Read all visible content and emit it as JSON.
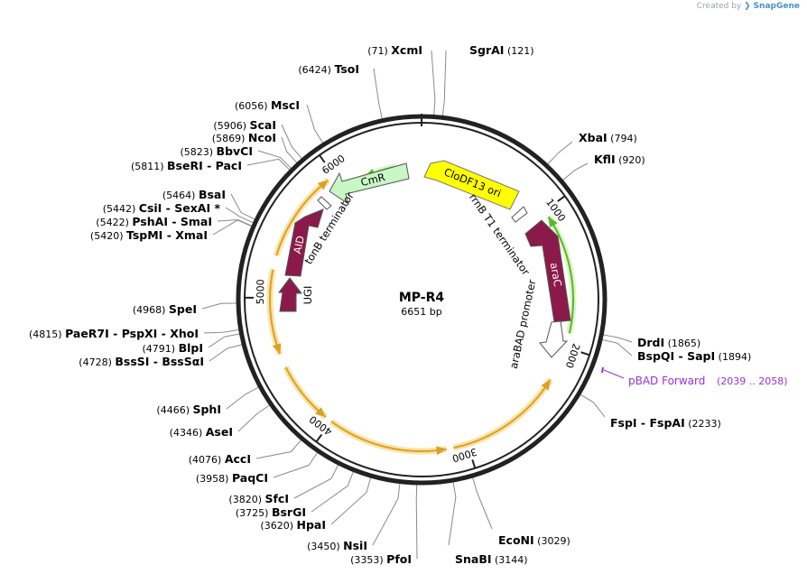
{
  "credit": {
    "prefix": "Created by",
    "brand": "SnapGene"
  },
  "plasmid": {
    "name": "MP-R4",
    "length_text": "6651 bp",
    "length": 6651
  },
  "ticks": [
    {
      "label": "1000",
      "bp": 1000
    },
    {
      "label": "2000",
      "bp": 2000
    },
    {
      "label": "3000",
      "bp": 3000
    },
    {
      "label": "4000",
      "bp": 4000
    },
    {
      "label": "5000",
      "bp": 5000
    },
    {
      "label": "6000",
      "bp": 6000
    }
  ],
  "sites": [
    {
      "pos": "(71)",
      "names": [
        "XcmI"
      ],
      "bp": 71
    },
    {
      "pos": "(121)",
      "names": [
        "SgrAI"
      ],
      "bp": 121
    },
    {
      "pos": "(6424)",
      "names": [
        "TsoI"
      ],
      "bp": 6424
    },
    {
      "pos": "(6056)",
      "names": [
        "MscI"
      ],
      "bp": 6056
    },
    {
      "pos": "(5906)",
      "names": [
        "ScaI"
      ],
      "bp": 5906
    },
    {
      "pos": "(5869)",
      "names": [
        "NcoI"
      ],
      "bp": 5869
    },
    {
      "pos": "(5823)",
      "names": [
        "BbvCI"
      ],
      "bp": 5823
    },
    {
      "pos": "(5811)",
      "names": [
        "BseRI",
        "PacI"
      ],
      "bp": 5811
    },
    {
      "pos": "(5464)",
      "names": [
        "BsaI"
      ],
      "bp": 5464
    },
    {
      "pos": "(5442)",
      "names": [
        "CsiI",
        "SexAI *"
      ],
      "bp": 5442
    },
    {
      "pos": "(5422)",
      "names": [
        "PshAI",
        "SmaI"
      ],
      "bp": 5422
    },
    {
      "pos": "(5420)",
      "names": [
        "TspMI",
        "XmaI"
      ],
      "bp": 5420
    },
    {
      "pos": "(4968)",
      "names": [
        "SpeI"
      ],
      "bp": 4968
    },
    {
      "pos": "(4815)",
      "names": [
        "PaeR7I",
        "PspXI",
        "XhoI"
      ],
      "bp": 4815
    },
    {
      "pos": "(4791)",
      "names": [
        "BlpI"
      ],
      "bp": 4791
    },
    {
      "pos": "(4728)",
      "names": [
        "BssSI",
        "BssSαI"
      ],
      "bp": 4728
    },
    {
      "pos": "(4466)",
      "names": [
        "SphI"
      ],
      "bp": 4466
    },
    {
      "pos": "(4346)",
      "names": [
        "AseI"
      ],
      "bp": 4346
    },
    {
      "pos": "(4076)",
      "names": [
        "AccI"
      ],
      "bp": 4076
    },
    {
      "pos": "(3958)",
      "names": [
        "PaqCI"
      ],
      "bp": 3958
    },
    {
      "pos": "(3820)",
      "names": [
        "SfcI"
      ],
      "bp": 3820
    },
    {
      "pos": "(3725)",
      "names": [
        "BsrGI"
      ],
      "bp": 3725
    },
    {
      "pos": "(3620)",
      "names": [
        "HpaI"
      ],
      "bp": 3620
    },
    {
      "pos": "(3450)",
      "names": [
        "NsiI"
      ],
      "bp": 3450
    },
    {
      "pos": "(3353)",
      "names": [
        "PfoI"
      ],
      "bp": 3353
    },
    {
      "pos": "(3144)",
      "names": [
        "SnaBI"
      ],
      "bp": 3144
    },
    {
      "pos": "(3029)",
      "names": [
        "EcoNI"
      ],
      "bp": 3029
    },
    {
      "pos": "(794)",
      "names": [
        "XbaI"
      ],
      "bp": 794
    },
    {
      "pos": "(920)",
      "names": [
        "KflI"
      ],
      "bp": 920
    },
    {
      "pos": "(1865)",
      "names": [
        "DrdI"
      ],
      "bp": 1865
    },
    {
      "pos": "(1894)",
      "names": [
        "BspQI",
        "SapI"
      ],
      "bp": 1894
    },
    {
      "pos": "(2233)",
      "names": [
        "FspI",
        "FspAI"
      ],
      "bp": 2233
    }
  ],
  "primer": {
    "name": "pBAD Forward",
    "range": "(2039 .. 2058)",
    "start": 2039,
    "end": 2058
  },
  "features": [
    {
      "name": "CloDF13 ori",
      "color": "#ffff00"
    },
    {
      "name": "CmR",
      "color": "#c8f7c5"
    },
    {
      "name": "araC",
      "color": "#8b1a4a"
    },
    {
      "name": "AID",
      "color": "#8b1a4a"
    },
    {
      "name": "UGI",
      "color": "#8b1a4a"
    },
    {
      "name": "rrnB T1 terminator",
      "color": "#ffffff"
    },
    {
      "name": "tonB terminator",
      "color": "#ffffff"
    },
    {
      "name": "araBAD promoter",
      "color": "#ffffff"
    }
  ],
  "colors": {
    "backbone": "#222222",
    "orf_arc": "#d9a128",
    "orf_glow": "#fbe3a6",
    "green_arc": "#5ab52a",
    "green_glow": "#dcf5c9",
    "primer": "#9b30d9"
  }
}
